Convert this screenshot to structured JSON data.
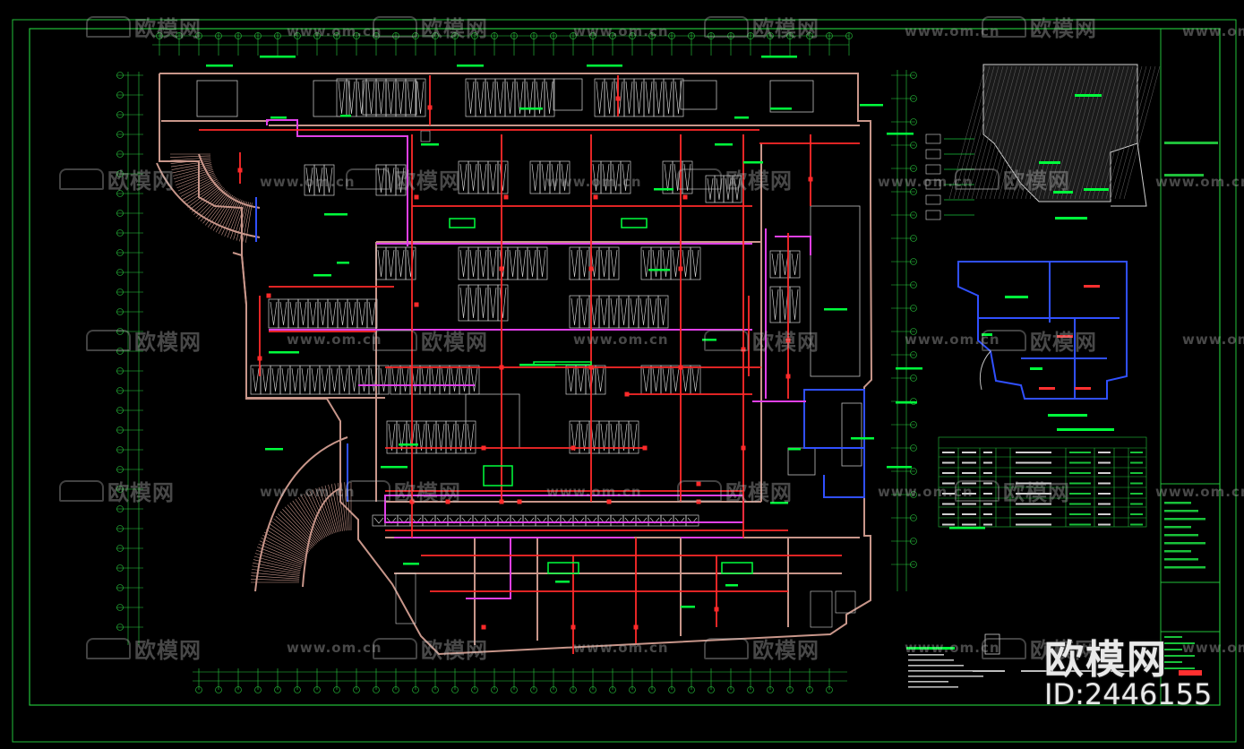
{
  "watermark": {
    "brand": "欧模网",
    "url": "www.om.cn"
  },
  "branding": {
    "logo_text": "欧模网",
    "id_label": "ID:2446155"
  },
  "colors": {
    "background": "#000000",
    "frame": "#22c03a",
    "walls": "#c8968a",
    "fire_line": "#ff2a2a",
    "sprinkler_zone": "#e040e8",
    "zone_outline": "#3050ff",
    "annotation": "#00ff3c",
    "equipment": "#d8d8d8"
  }
}
